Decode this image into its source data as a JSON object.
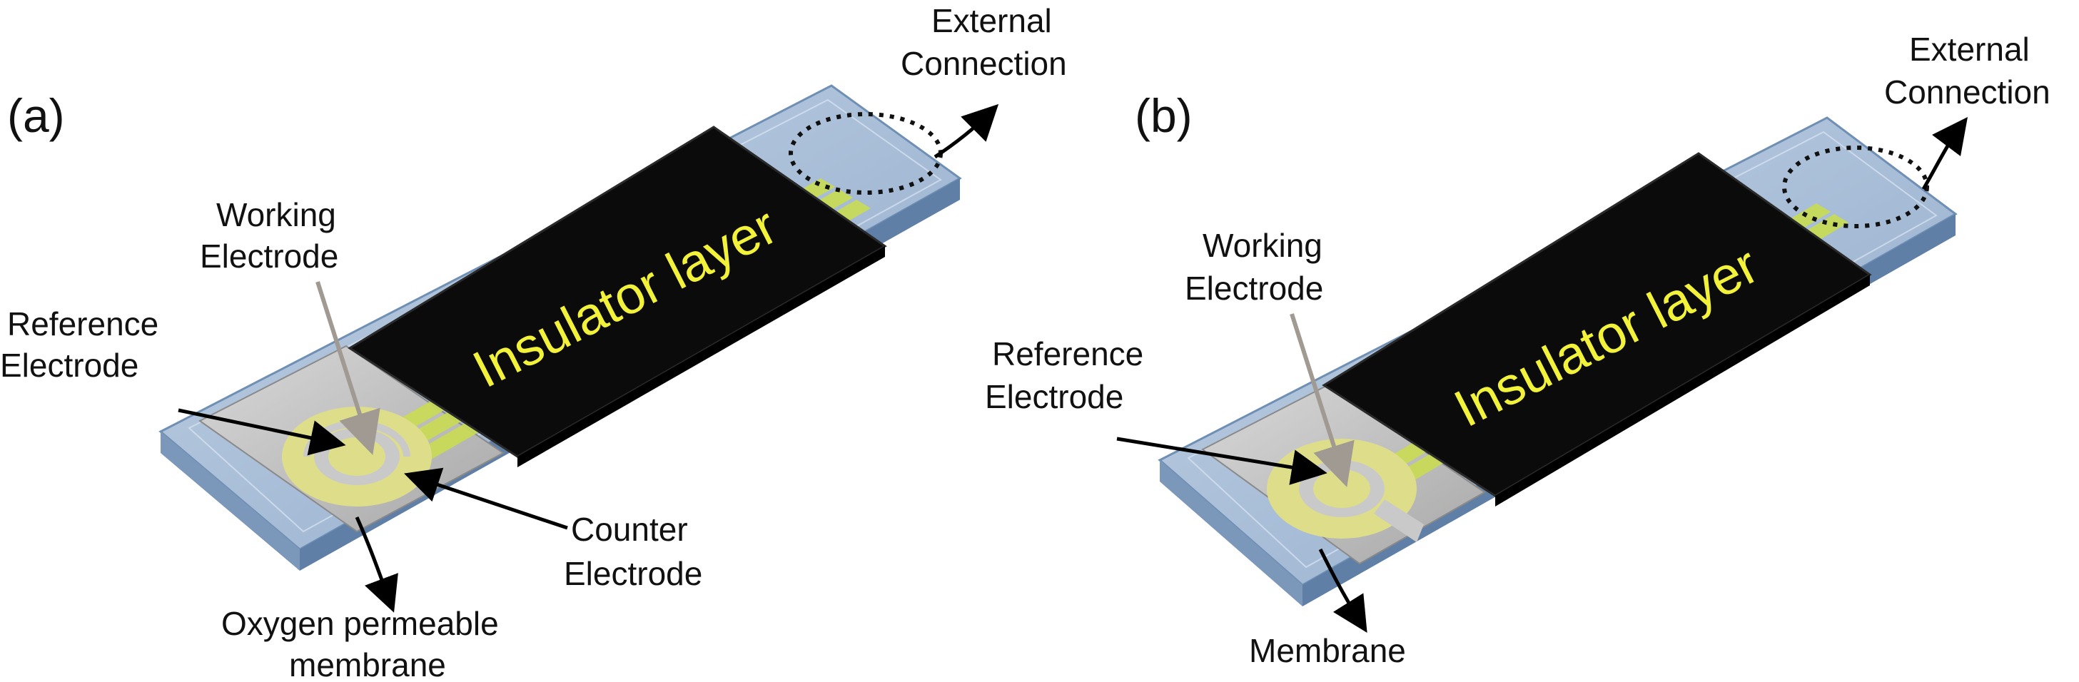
{
  "colors": {
    "substrate": "#a9bdd6",
    "substrate_edge": "#6f8fb4",
    "electrode_area": "#c9c9c9",
    "insulator": "#0b0b0b",
    "electrode": "#dede8a",
    "trace": "#c9dc52",
    "insulator_text": "#f2f23a",
    "arrow": "#a09a93"
  },
  "panel_a": {
    "tag": "(a)",
    "insulator_label": "Insulator layer",
    "external_connection": [
      "External",
      "Connection"
    ],
    "working_electrode": [
      "Working",
      "Electrode"
    ],
    "reference_electrode": [
      "Reference",
      "Electrode"
    ],
    "counter_electrode": [
      "Counter",
      "Electrode"
    ],
    "membrane": [
      "Oxygen permeable",
      "membrane"
    ]
  },
  "panel_b": {
    "tag": "(b)",
    "insulator_label": "Insulator layer",
    "external_connection": [
      "External",
      "Connection"
    ],
    "working_electrode": [
      "Working",
      "Electrode"
    ],
    "reference_electrode": [
      "Reference",
      "Electrode"
    ],
    "membrane": "Membrane"
  }
}
